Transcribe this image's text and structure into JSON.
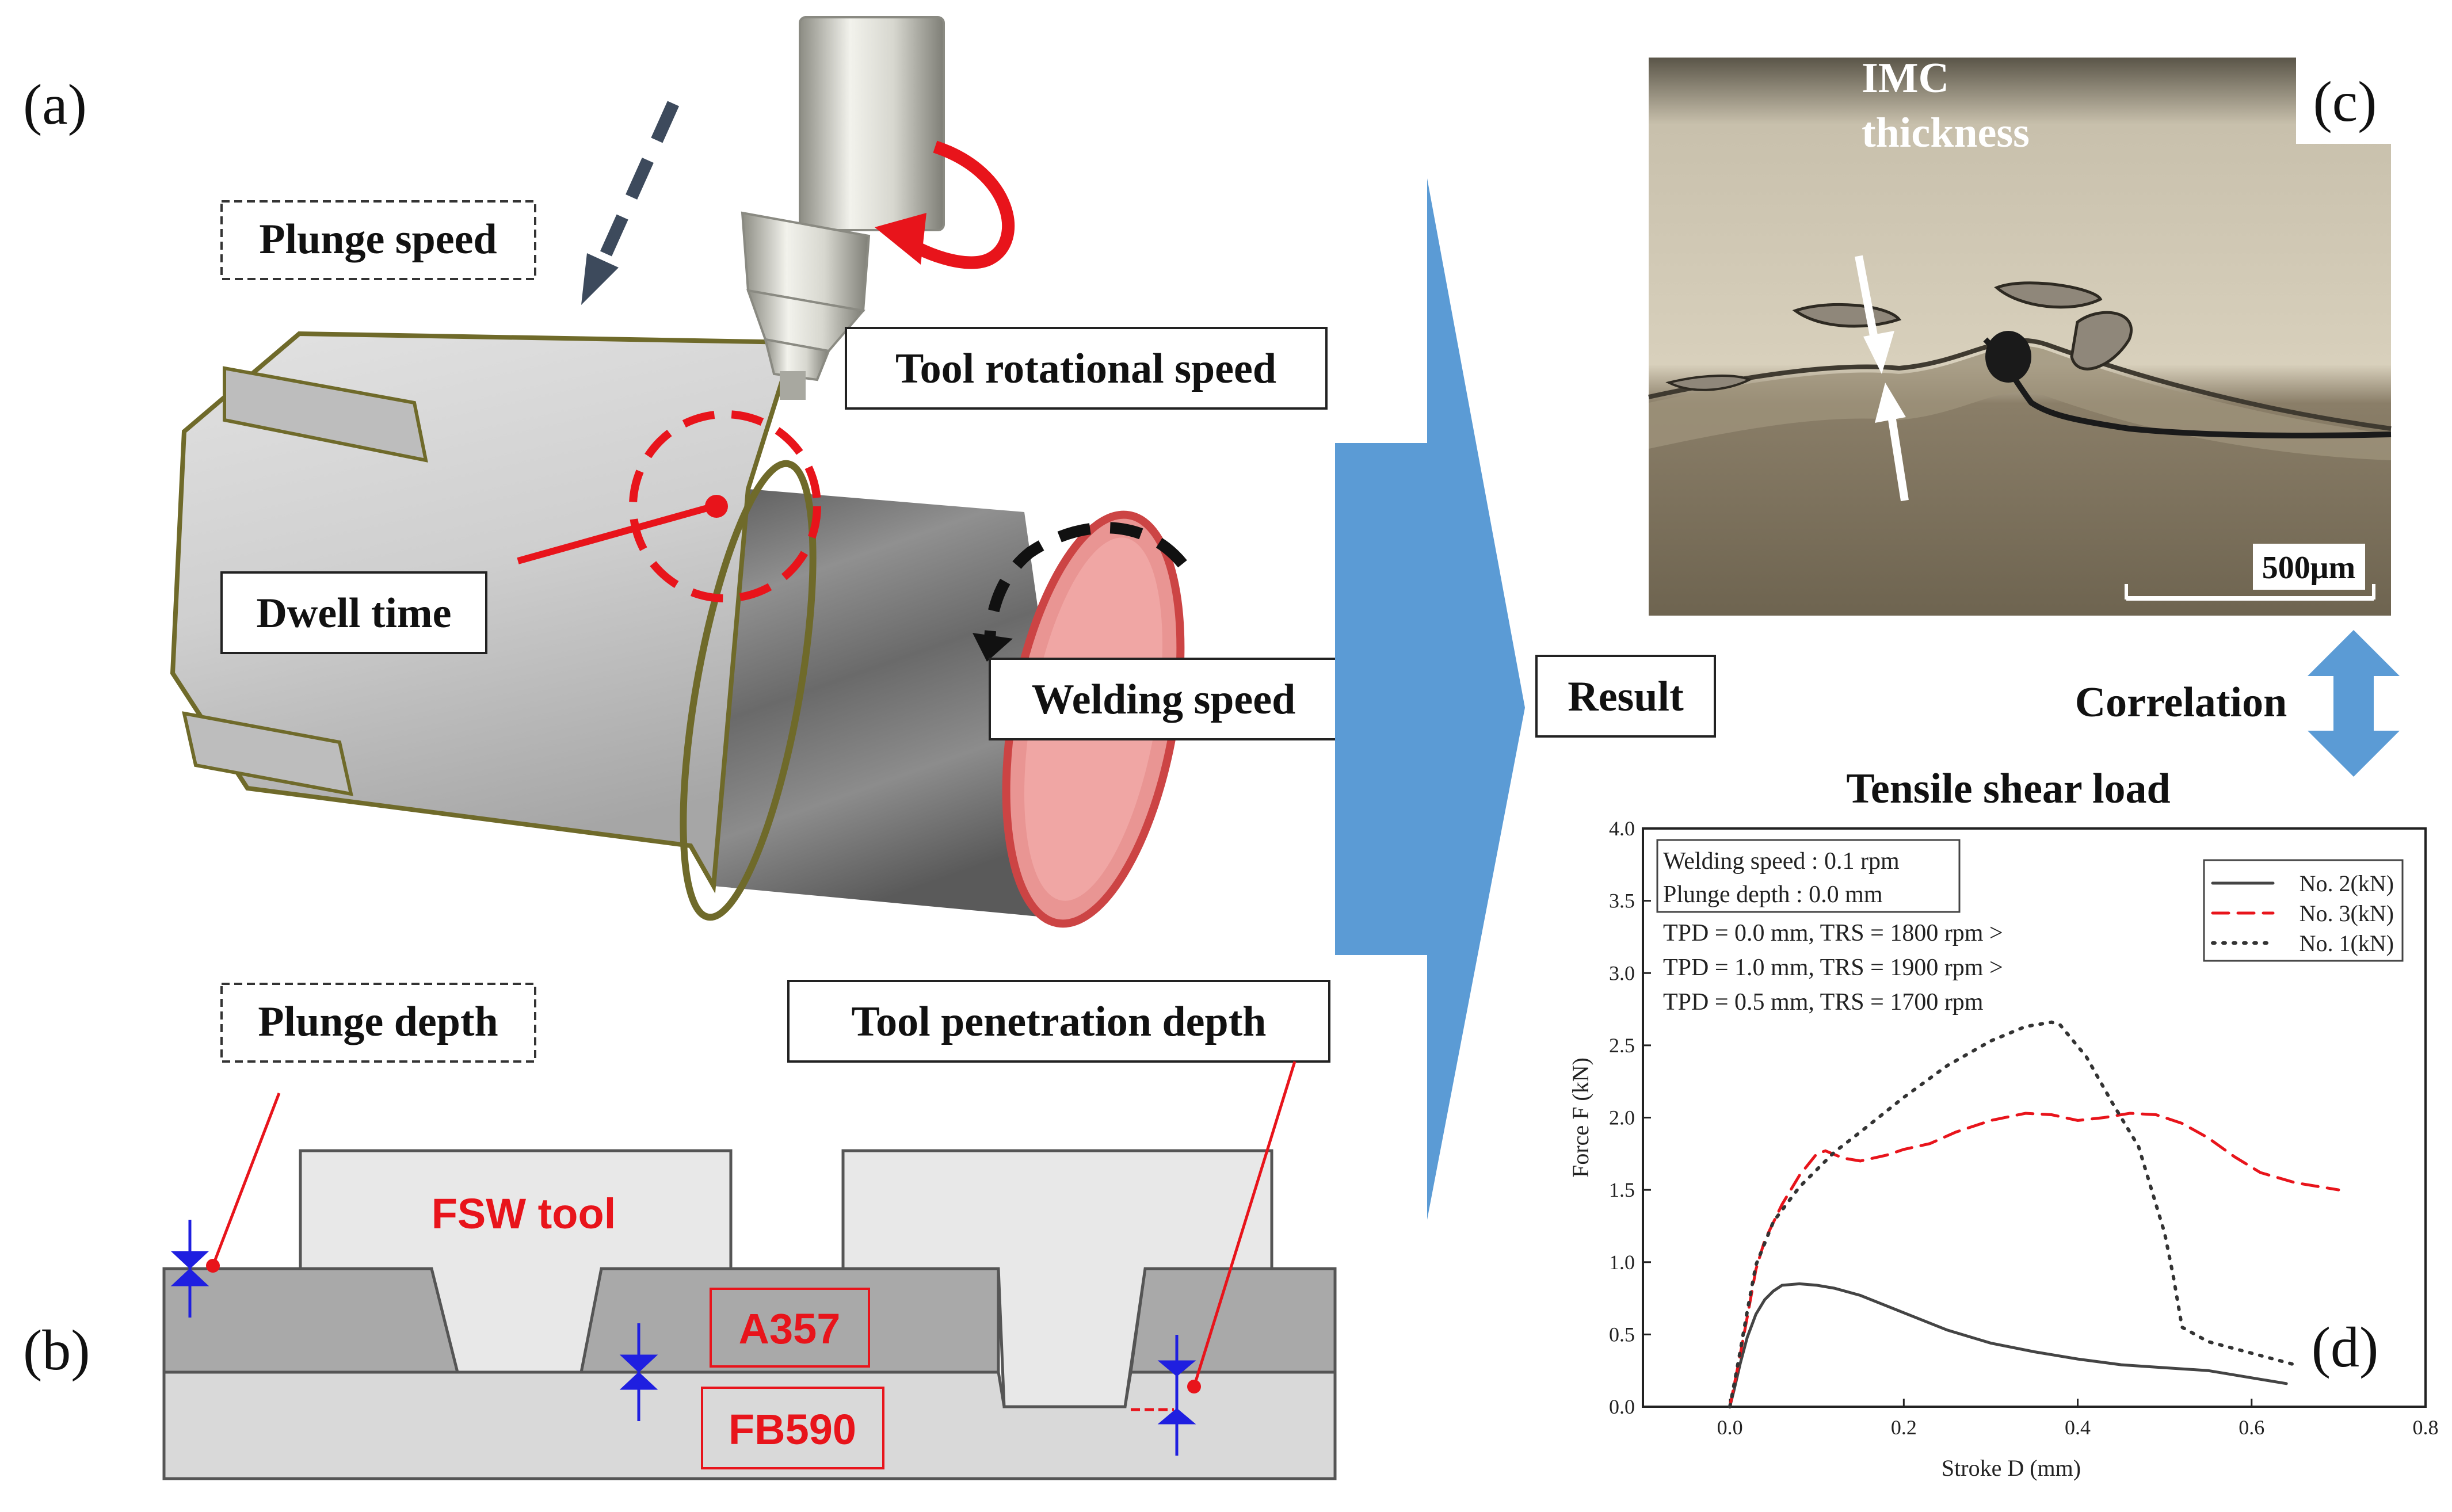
{
  "panel_labels": {
    "a": "(a)",
    "b": "(b)",
    "c": "(c)",
    "d": "(d)"
  },
  "labels": {
    "plunge_speed": "Plunge speed",
    "tool_rotational_speed": "Tool rotational speed",
    "dwell_time": "Dwell time",
    "welding_speed": "Welding speed",
    "plunge_depth": "Plunge depth",
    "tool_penetration_depth": "Tool penetration depth",
    "fsw_tool": "FSW tool",
    "a357": "A357",
    "fb590": "FB590",
    "result": "Result",
    "correlation": "Correlation",
    "imc_line1": "IMC",
    "imc_line2": "thickness",
    "scale_bar": "500μm"
  },
  "colors": {
    "red": "#e8141b",
    "blue_arrow": "#5b9bd5",
    "dark_gray": "#a9a9a9",
    "light_gray": "#d9d9d9",
    "marker_blue": "#1f1fe0"
  },
  "chart_data": {
    "type": "line",
    "title": "Tensile shear load",
    "xlabel": "Stroke D (mm)",
    "ylabel": "Force F (kN)",
    "xlim": [
      -0.1,
      0.8
    ],
    "ylim": [
      0.0,
      4.0
    ],
    "xticks": [
      "0.0",
      "0.2",
      "0.4",
      "0.6",
      "0.8"
    ],
    "yticks": [
      "0.0",
      "0.5",
      "1.0",
      "1.5",
      "2.0",
      "2.5",
      "3.0",
      "3.5",
      "4.0"
    ],
    "grid": false,
    "legend_position": "top-right",
    "info_box": [
      "Welding speed  : 0.1 rpm",
      "Plunge depth     : 0.0 mm"
    ],
    "annotations": [
      "TPD = 0.0 mm, TRS = 1800 rpm >",
      "TPD = 1.0 mm, TRS = 1900 rpm >",
      "TPD = 0.5 mm, TRS = 1700 rpm"
    ],
    "series": [
      {
        "name": "No. 2(kN)",
        "style": "solid",
        "color": "#444444",
        "points": [
          [
            0.0,
            0.0
          ],
          [
            0.005,
            0.12
          ],
          [
            0.012,
            0.3
          ],
          [
            0.02,
            0.48
          ],
          [
            0.03,
            0.64
          ],
          [
            0.04,
            0.74
          ],
          [
            0.05,
            0.8
          ],
          [
            0.06,
            0.84
          ],
          [
            0.08,
            0.85
          ],
          [
            0.1,
            0.84
          ],
          [
            0.12,
            0.82
          ],
          [
            0.15,
            0.77
          ],
          [
            0.2,
            0.65
          ],
          [
            0.25,
            0.53
          ],
          [
            0.3,
            0.44
          ],
          [
            0.35,
            0.38
          ],
          [
            0.4,
            0.33
          ],
          [
            0.45,
            0.29
          ],
          [
            0.5,
            0.27
          ],
          [
            0.55,
            0.25
          ],
          [
            0.6,
            0.2
          ],
          [
            0.64,
            0.16
          ]
        ]
      },
      {
        "name": "No. 3(kN)",
        "style": "dashed",
        "color": "#e8141b",
        "points": [
          [
            0.0,
            0.0
          ],
          [
            0.01,
            0.3
          ],
          [
            0.02,
            0.62
          ],
          [
            0.03,
            0.95
          ],
          [
            0.04,
            1.15
          ],
          [
            0.06,
            1.4
          ],
          [
            0.08,
            1.6
          ],
          [
            0.1,
            1.75
          ],
          [
            0.11,
            1.77
          ],
          [
            0.13,
            1.72
          ],
          [
            0.15,
            1.7
          ],
          [
            0.18,
            1.74
          ],
          [
            0.2,
            1.78
          ],
          [
            0.23,
            1.82
          ],
          [
            0.26,
            1.9
          ],
          [
            0.3,
            1.98
          ],
          [
            0.34,
            2.03
          ],
          [
            0.37,
            2.02
          ],
          [
            0.4,
            1.98
          ],
          [
            0.43,
            2.0
          ],
          [
            0.46,
            2.03
          ],
          [
            0.49,
            2.02
          ],
          [
            0.52,
            1.96
          ],
          [
            0.55,
            1.86
          ],
          [
            0.58,
            1.73
          ],
          [
            0.61,
            1.62
          ],
          [
            0.65,
            1.55
          ],
          [
            0.7,
            1.5
          ]
        ]
      },
      {
        "name": "No. 1(kN)",
        "style": "dotted",
        "color": "#333333",
        "points": [
          [
            0.0,
            0.0
          ],
          [
            0.01,
            0.32
          ],
          [
            0.02,
            0.66
          ],
          [
            0.03,
            0.98
          ],
          [
            0.05,
            1.28
          ],
          [
            0.08,
            1.52
          ],
          [
            0.1,
            1.64
          ],
          [
            0.12,
            1.76
          ],
          [
            0.15,
            1.9
          ],
          [
            0.2,
            2.14
          ],
          [
            0.25,
            2.36
          ],
          [
            0.3,
            2.53
          ],
          [
            0.34,
            2.63
          ],
          [
            0.37,
            2.66
          ],
          [
            0.38,
            2.64
          ],
          [
            0.41,
            2.42
          ],
          [
            0.44,
            2.1
          ],
          [
            0.47,
            1.8
          ],
          [
            0.49,
            1.4
          ],
          [
            0.5,
            1.2
          ],
          [
            0.51,
            0.9
          ],
          [
            0.52,
            0.55
          ],
          [
            0.55,
            0.45
          ],
          [
            0.6,
            0.37
          ],
          [
            0.65,
            0.29
          ]
        ]
      }
    ]
  }
}
